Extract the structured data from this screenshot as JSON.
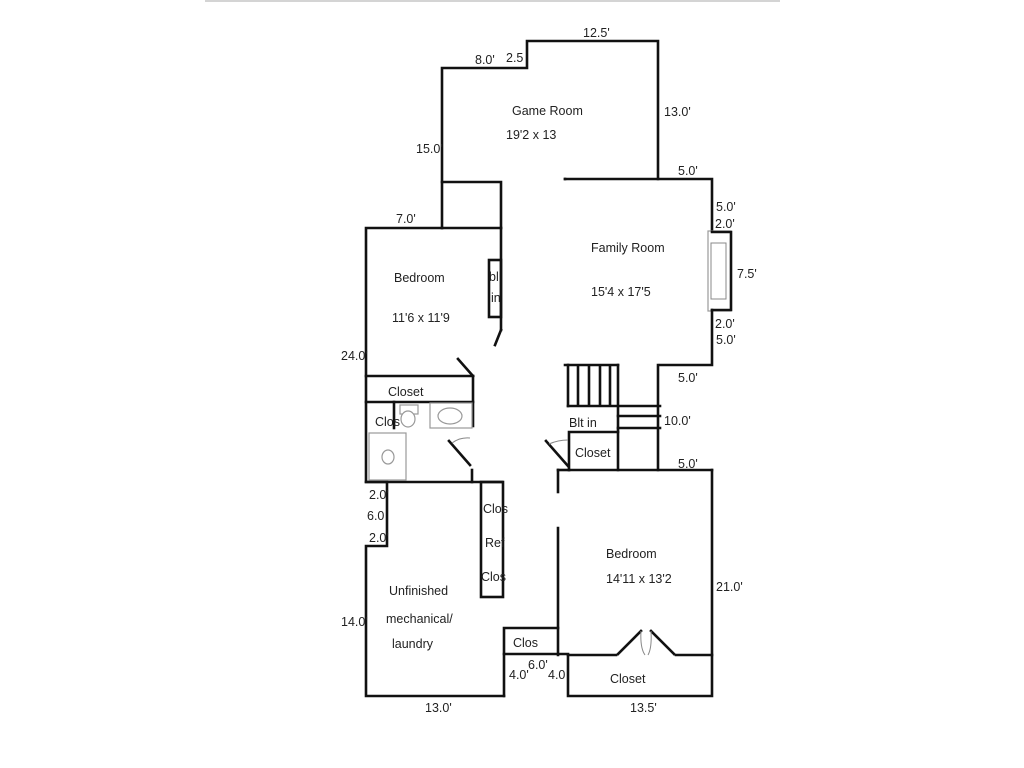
{
  "plan": {
    "rooms": {
      "game_room": {
        "name": "Game Room",
        "size": "19'2 x 13"
      },
      "family_room": {
        "name": "Family Room",
        "size": "15'4 x 17'5"
      },
      "bedroom_1": {
        "name": "Bedroom",
        "size": "11'6 x 11'9"
      },
      "bedroom_2": {
        "name": "Bedroom",
        "size": "14'11 x 13'2"
      },
      "unfinished": {
        "line1": "Unfinished",
        "line2": "mechanical/",
        "line3": "laundry"
      }
    },
    "labels": {
      "bltin_1a": "bl",
      "bltin_1b": "in",
      "closet_bed1": "Closet",
      "clos_bath": "Clos",
      "bltin_stairs": "Blt in",
      "closet_stairs": "Closet",
      "clos_hall_1": "Clos",
      "ref": "Ref",
      "clos_hall_2": "Clos",
      "clos_small": "Clos",
      "closet_bed2": "Closet"
    },
    "dimensions": {
      "game_top": "12.5'",
      "game_step": "2.5",
      "game_left_top": "8.0'",
      "game_right": "13.0'",
      "game_left": "15.0'",
      "family_top": "5.0'",
      "family_r1": "5.0'",
      "family_r2": "2.0'",
      "fireplace": "7.5'",
      "family_r3": "2.0'",
      "family_r4": "5.0'",
      "family_bottom": "5.0'",
      "stairs": "10.0'",
      "bed2_top": "5.0'",
      "bed1_top": "7.0'",
      "left_24": "24.0'",
      "jog_1": "2.0'",
      "jog_2": "6.0",
      "jog_3": "2.0'",
      "left_14": "14.0'",
      "bottom_13": "13.0'",
      "nook_left": "4.0'",
      "nook_top": "6.0'",
      "nook_right": "4.0",
      "bed2_right": "21.0'",
      "bottom_13_5": "13.5'"
    }
  }
}
